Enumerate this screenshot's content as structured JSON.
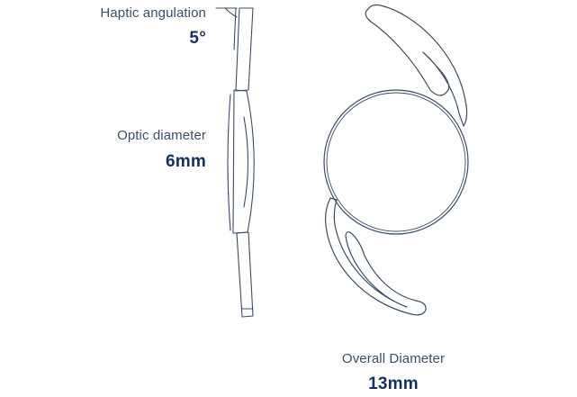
{
  "colors": {
    "caption": "#3a4f6e",
    "value": "#16305e",
    "line": "#3b4c66"
  },
  "labels": {
    "haptic_angulation": {
      "caption": "Haptic angulation",
      "value": "5°"
    },
    "optic_diameter": {
      "caption": "Optic diameter",
      "value": "6mm"
    },
    "overall_diameter": {
      "caption": "Overall Diameter",
      "value": "13mm"
    }
  }
}
